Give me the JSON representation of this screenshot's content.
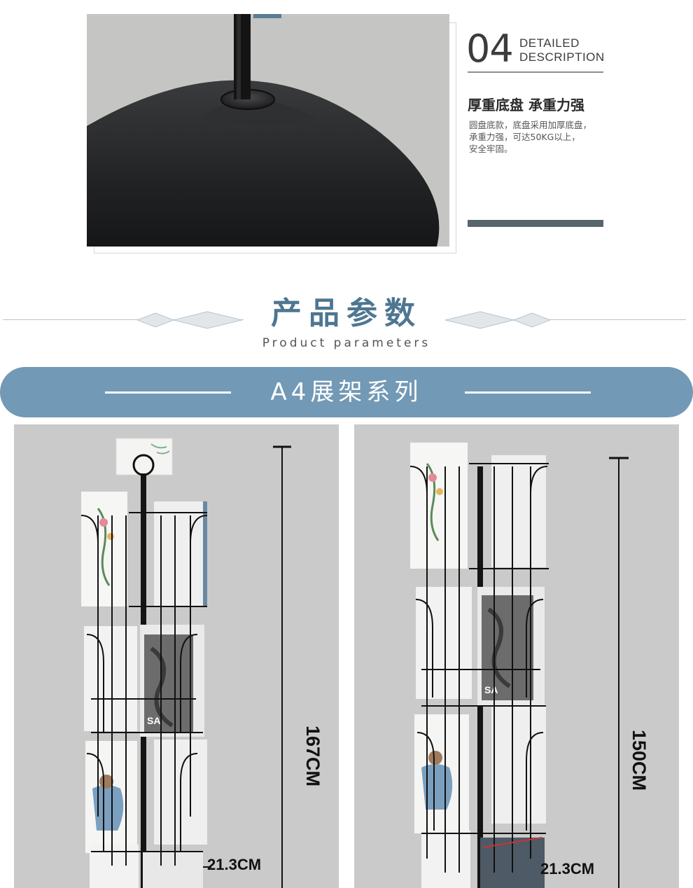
{
  "detail": {
    "number": "04",
    "title_line1": "DETAILED",
    "title_line2": "DESCRIPTION",
    "heading": "厚重底盘 承重力强",
    "body_line1": "圆盘底款，底盘采用加厚底盘，",
    "body_line2": "承重力强，可达50KG以上，",
    "body_line3": "安全牢固。"
  },
  "params": {
    "title": "产品参数",
    "subtitle": "Product parameters"
  },
  "series": {
    "label": "A4展架系列"
  },
  "products": [
    {
      "height": "167CM",
      "width": "21.3CM"
    },
    {
      "height": "150CM",
      "width": "21.3CM"
    }
  ],
  "colors": {
    "accent": "#7299b5",
    "title_blue": "#4e7691",
    "bar_dark": "#56666b",
    "card_bg": "#cacaca",
    "metal": "#1a1a1a"
  },
  "icons": [
    "diamond-divider-icon"
  ]
}
